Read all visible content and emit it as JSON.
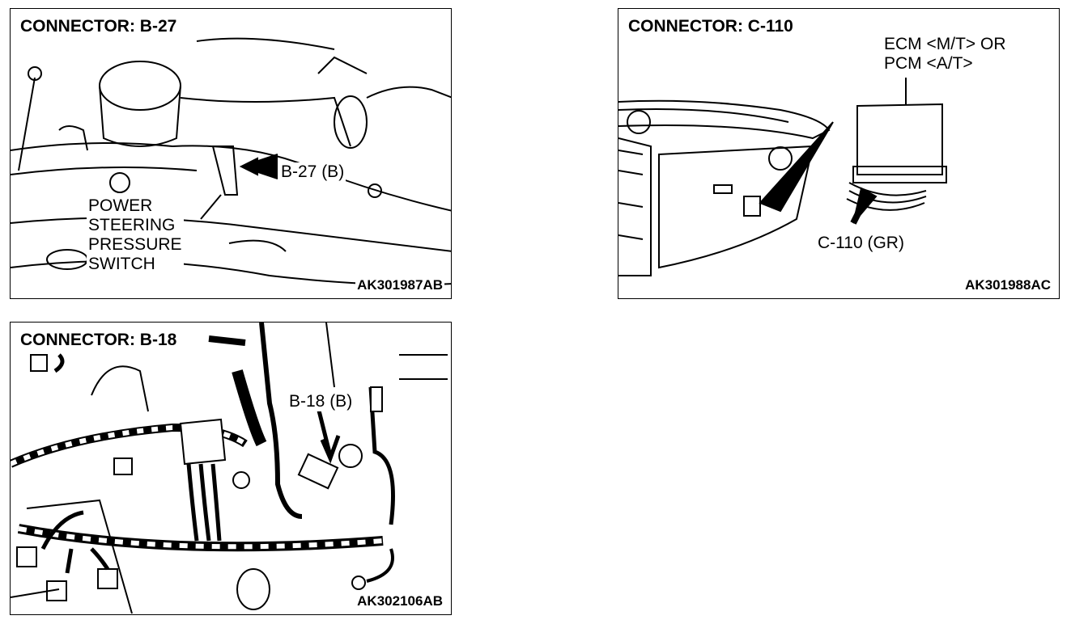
{
  "panels": [
    {
      "title": "CONNECTOR: B-27",
      "connector_label": "B-27 (B)",
      "component_lines": [
        "POWER",
        "STEERING",
        "PRESSURE",
        "SWITCH"
      ],
      "figure_code": "AK301987AB"
    },
    {
      "title": "CONNECTOR: C-110",
      "component_lines": [
        "ECM <M/T> OR",
        "PCM <A/T>"
      ],
      "connector_label": "C-110 (GR)",
      "figure_code": "AK301988AC"
    },
    {
      "title": "CONNECTOR: B-18",
      "connector_label": "B-18 (B)",
      "figure_code": "AK302106AB"
    }
  ]
}
